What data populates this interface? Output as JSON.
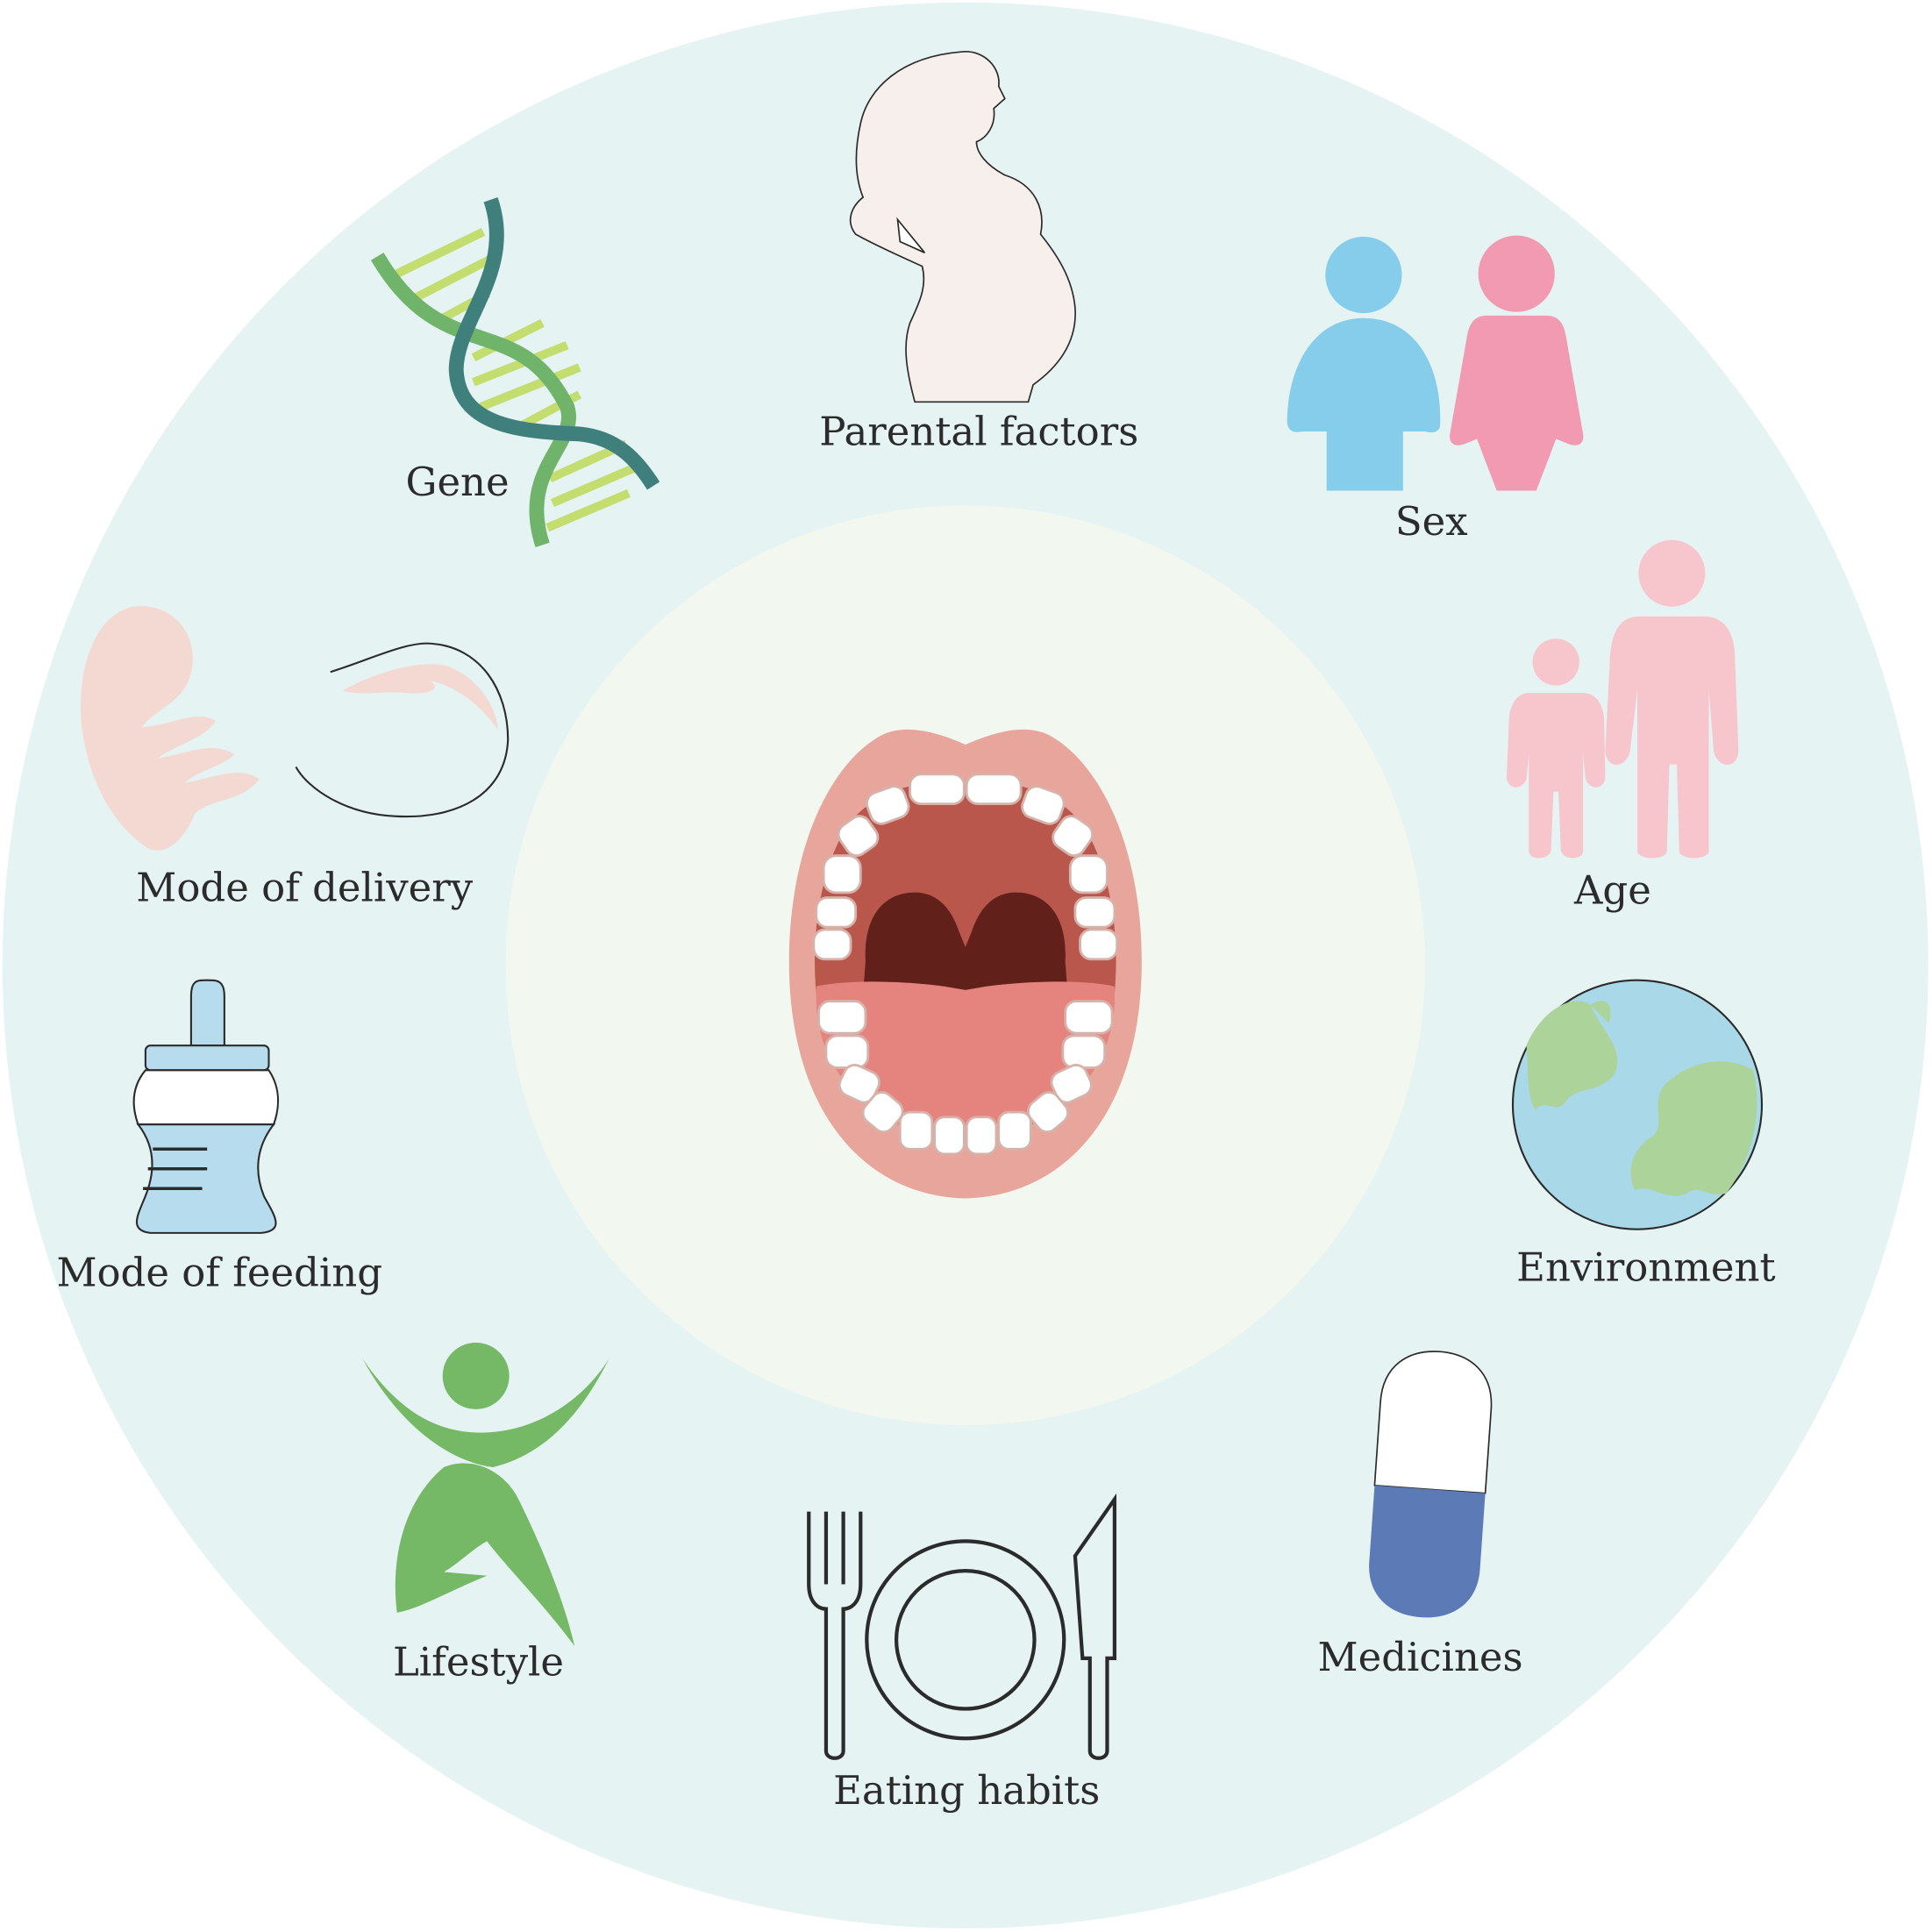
{
  "colors": {
    "outer_ring": "#e5f3f2",
    "inner_circle": "#f2f7ef",
    "gum": "#e8a59b",
    "palate": "#b9574c",
    "throat": "#62201a",
    "tongue": "#e5847e",
    "teeth": "#ffffff",
    "male": "#86cdeb",
    "female": "#f19ab1",
    "age": "#f7c6cc",
    "dna_dark": "#3f7f7c",
    "dna_light": "#6fb46a",
    "dna_rung": "#c3dd6e",
    "fetus": "#f3d9d2",
    "bottle": "#b6dcee",
    "earth_water": "#a9d8e8",
    "earth_land": "#acd39a",
    "lifestyle": "#75b866",
    "pill_blue": "#5b7ab6"
  },
  "center": {
    "icon": "open-mouth-icon"
  },
  "factors": [
    {
      "id": "parental",
      "label": "Parental factors",
      "icon": "pregnant-woman-icon"
    },
    {
      "id": "sex",
      "label": "Sex",
      "icon": "male-female-icon"
    },
    {
      "id": "age",
      "label": "Age",
      "icon": "child-adult-icon"
    },
    {
      "id": "environment",
      "label": "Environment",
      "icon": "globe-icon"
    },
    {
      "id": "medicines",
      "label": "Medicines",
      "icon": "capsule-icon"
    },
    {
      "id": "eating",
      "label": "Eating habits",
      "icon": "fork-plate-knife-icon"
    },
    {
      "id": "lifestyle",
      "label": "Lifestyle",
      "icon": "active-person-icon"
    },
    {
      "id": "feeding",
      "label": "Mode of feeding",
      "icon": "baby-bottle-icon"
    },
    {
      "id": "delivery",
      "label": "Mode of delivery",
      "icon": "fetus-icon"
    },
    {
      "id": "gene",
      "label": "Gene",
      "icon": "dna-icon"
    }
  ]
}
